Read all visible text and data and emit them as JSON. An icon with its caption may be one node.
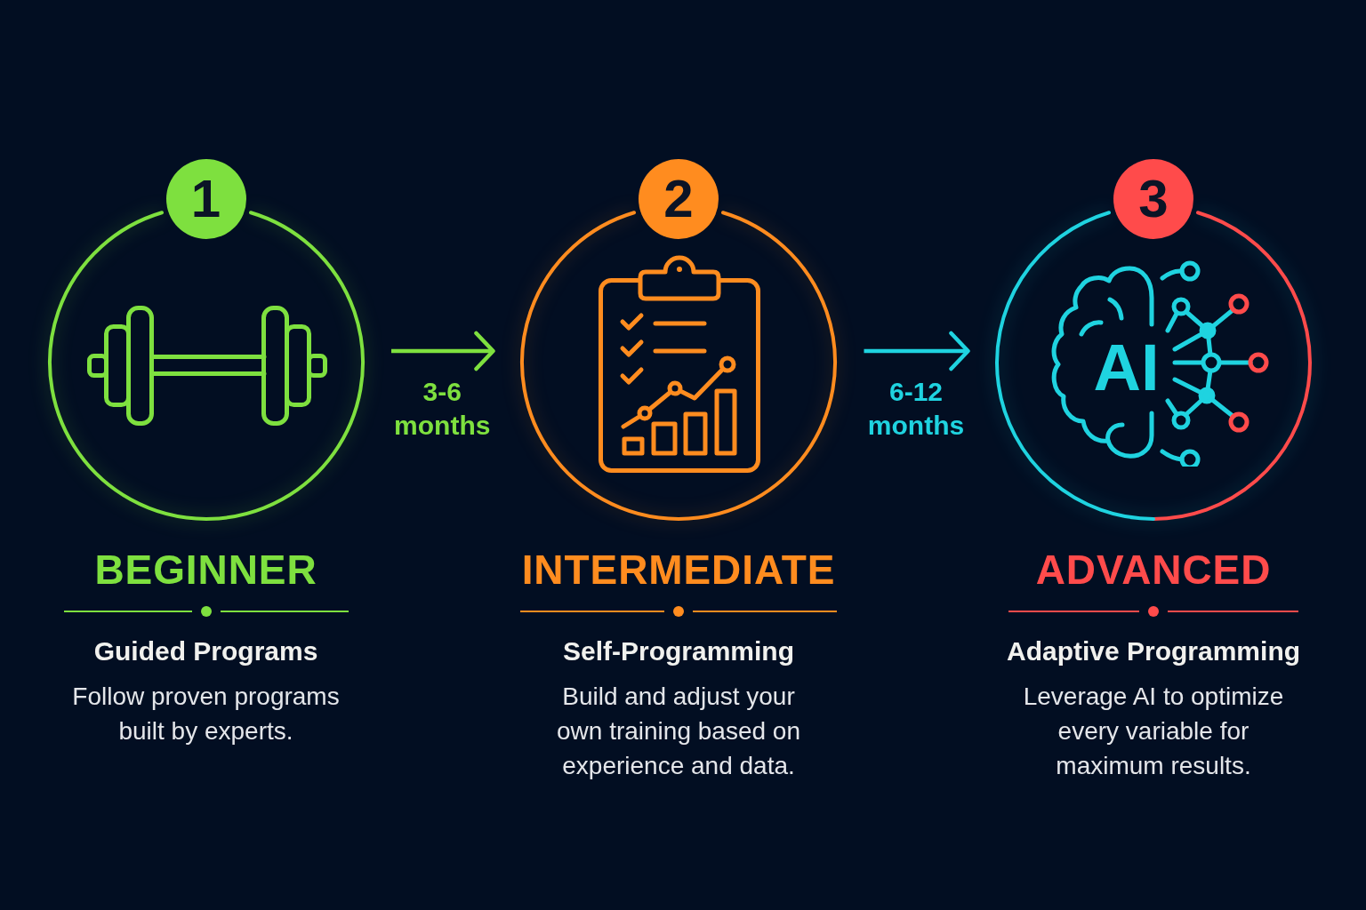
{
  "diagram": {
    "nodes": [
      {
        "text": [
          "1",
          "BEGINNER",
          "Guided Programs",
          "Follow proven programs built by experts."
        ]
      },
      {
        "text": [
          "2",
          "INTERMEDIATE",
          "Self-Programming",
          "Build and adjust your own training based on experience and data."
        ]
      },
      {
        "text": [
          "3",
          "ADVANCED",
          "Adaptive Programming",
          "Leverage AI to optimize every variable for maximum results."
        ]
      }
    ],
    "edges": [
      {
        "from": 0,
        "to": 1,
        "arrow": "to",
        "label": "3-6 months",
        "color": "#7ee03f"
      },
      {
        "from": 1,
        "to": 2,
        "arrow": "to",
        "label": "6-12 months",
        "color": "#1fd3e0"
      }
    ],
    "labels": [
      "AI"
    ]
  }
}
